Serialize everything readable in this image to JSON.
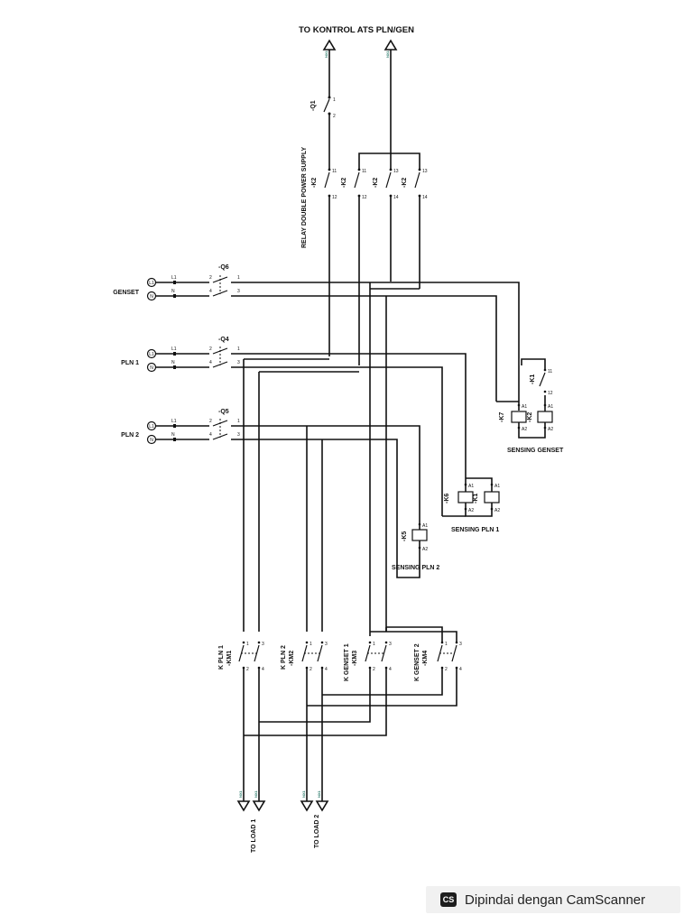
{
  "header": {
    "title": "TO KONTROL ATS PLN/GEN"
  },
  "sources": [
    {
      "name": "GENSET",
      "breaker": "-Q6"
    },
    {
      "name": "PLN 1",
      "breaker": "-Q4"
    },
    {
      "name": "PLN 2",
      "breaker": "-Q5"
    }
  ],
  "terminals": {
    "l1": "L1",
    "n": "N"
  },
  "q1": {
    "label": "-Q1"
  },
  "relay_block": {
    "label": "RELAY DOUBLE POWER SUPPLY",
    "contact": "-K2"
  },
  "sensing": {
    "genset": {
      "title": "SENSING GENSET",
      "coils": [
        "-K7",
        "-K2"
      ],
      "contact": "-K1"
    },
    "pln1": {
      "title": "SENSING PLN 1",
      "coils": [
        "-K6",
        "-K1"
      ]
    },
    "pln2": {
      "title": "SENSING PLN 2",
      "coils": [
        "-K5"
      ]
    }
  },
  "contactors": [
    {
      "name": "K PLN 1",
      "tag": "-KM1"
    },
    {
      "name": "K PLN 2",
      "tag": "-KM2"
    },
    {
      "name": "K GENSET 1",
      "tag": "-KM3"
    },
    {
      "name": "K GENSET 2",
      "tag": "-KM4"
    }
  ],
  "loads": [
    "TO LOAD 1",
    "TO LOAD 2"
  ],
  "scanner": {
    "logo": "CS",
    "text": "Dipindai dengan CamScanner"
  }
}
